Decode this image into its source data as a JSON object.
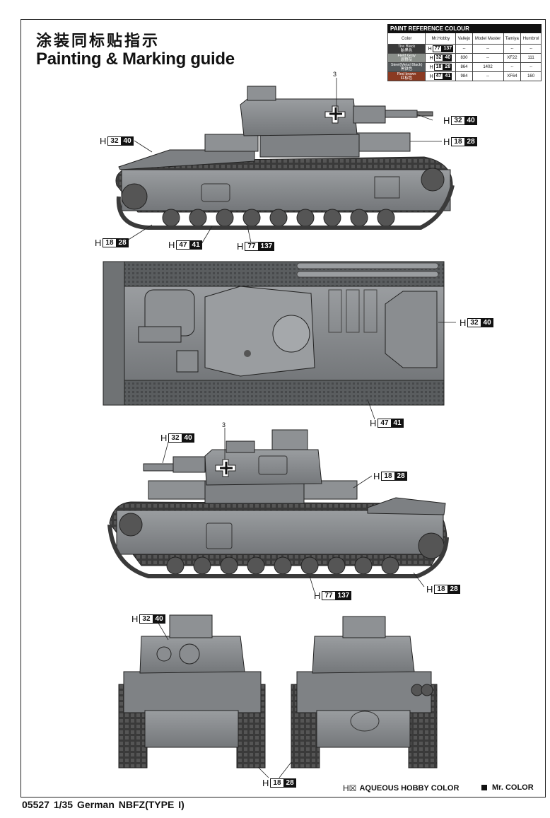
{
  "title_cn": "涂装同标贴指示",
  "title_en": "Painting & Marking guide",
  "paint_table": {
    "title": "PAINT REFERENCE COLOUR",
    "columns": [
      "Color",
      "Mr.Hobby",
      "Vallejo",
      "Model Master",
      "Tamiya",
      "Humbrol"
    ],
    "rows": [
      {
        "name": "Tire Black",
        "name_cn": "胎黑色",
        "swatch": "#3a3a3a",
        "aqueous": "77",
        "mr": "137",
        "vallejo": "--",
        "model_master": "--",
        "tamiya": "--",
        "humbrol": "--"
      },
      {
        "name": "Field Gray",
        "name_cn": "原野灰",
        "swatch": "#8a8f8a",
        "aqueous": "32",
        "mr": "40",
        "vallejo": "830",
        "model_master": "--",
        "tamiya": "XF22",
        "humbrol": "111"
      },
      {
        "name": "Steel(Metal Black)",
        "name_cn": "黑铁色",
        "swatch": "#555a5c",
        "aqueous": "18",
        "mr": "28",
        "vallejo": "864",
        "model_master": "1402",
        "tamiya": "--",
        "humbrol": "--"
      },
      {
        "name": "Red brown",
        "name_cn": "红棕色",
        "swatch": "#8a3a22",
        "aqueous": "47",
        "mr": "41",
        "vallejo": "984",
        "model_master": "--",
        "tamiya": "XF64",
        "humbrol": "160"
      }
    ]
  },
  "callouts": {
    "c1": {
      "aqueous": "32",
      "mr": "40"
    },
    "c2": {
      "aqueous": "32",
      "mr": "40"
    },
    "c3": {
      "aqueous": "18",
      "mr": "28"
    },
    "c4": {
      "aqueous": "18",
      "mr": "28"
    },
    "c5": {
      "aqueous": "47",
      "mr": "41"
    },
    "c6": {
      "aqueous": "77",
      "mr": "137"
    },
    "c7": {
      "aqueous": "32",
      "mr": "40"
    },
    "c8": {
      "aqueous": "47",
      "mr": "41"
    },
    "c9": {
      "aqueous": "32",
      "mr": "40"
    },
    "c10": {
      "aqueous": "18",
      "mr": "28"
    },
    "c11": {
      "aqueous": "18",
      "mr": "28"
    },
    "c12": {
      "aqueous": "77",
      "mr": "137"
    },
    "c13": {
      "aqueous": "32",
      "mr": "40"
    },
    "c14": {
      "aqueous": "18",
      "mr": "28"
    }
  },
  "marking_number": "3",
  "callout_prefix": "H",
  "legend": {
    "aqueous_mark": "H☒",
    "aqueous": "AQUEOUS HOBBY COLOR",
    "mr": "Mr. COLOR"
  },
  "footer": "05527 1/35  German NBFZ(TYPE I)",
  "colors": {
    "hull": "#8b8e90",
    "hull_dark": "#6f7274",
    "track": "#3a3a3a",
    "outline": "#222222"
  }
}
